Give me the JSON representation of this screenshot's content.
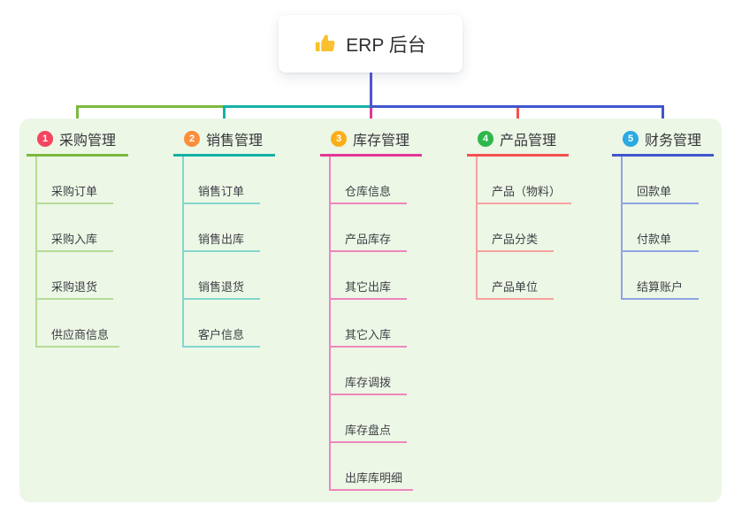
{
  "root": {
    "label": "ERP 后台",
    "icon": "thumbs-up-icon",
    "icon_color": "#f7c325"
  },
  "branches": [
    {
      "index": "1",
      "label": "采购管理",
      "badge_color": "#f5455f",
      "line_color": "#7cb93e",
      "child_line_color": "#b7db97",
      "children": [
        "采购订单",
        "采购入库",
        "采购退货",
        "供应商信息"
      ]
    },
    {
      "index": "2",
      "label": "销售管理",
      "badge_color": "#fc8e3b",
      "line_color": "#14b2a6",
      "child_line_color": "#84d5ce",
      "children": [
        "销售订单",
        "销售出库",
        "销售退货",
        "客户信息"
      ]
    },
    {
      "index": "3",
      "label": "库存管理",
      "badge_color": "#fcae19",
      "line_color": "#e33795",
      "child_line_color": "#ef86bd",
      "children": [
        "仓库信息",
        "产品库存",
        "其它出库",
        "其它入库",
        "库存调拨",
        "库存盘点",
        "出库库明细"
      ]
    },
    {
      "index": "4",
      "label": "产品管理",
      "badge_color": "#2eb84b",
      "line_color": "#f3514f",
      "child_line_color": "#f8a19f",
      "children": [
        "产品（物料）",
        "产品分类",
        "产品单位"
      ]
    },
    {
      "index": "5",
      "label": "财务管理",
      "badge_color": "#2ba9e2",
      "line_color": "#3f56cb",
      "child_line_color": "#90a4e2",
      "children": [
        "回款单",
        "付款单",
        "结算账户"
      ]
    }
  ],
  "connector": {
    "stem_color": "#4d55d1"
  },
  "colors": {
    "panel_bg": "#ecf7e6",
    "text": "#36363b"
  }
}
